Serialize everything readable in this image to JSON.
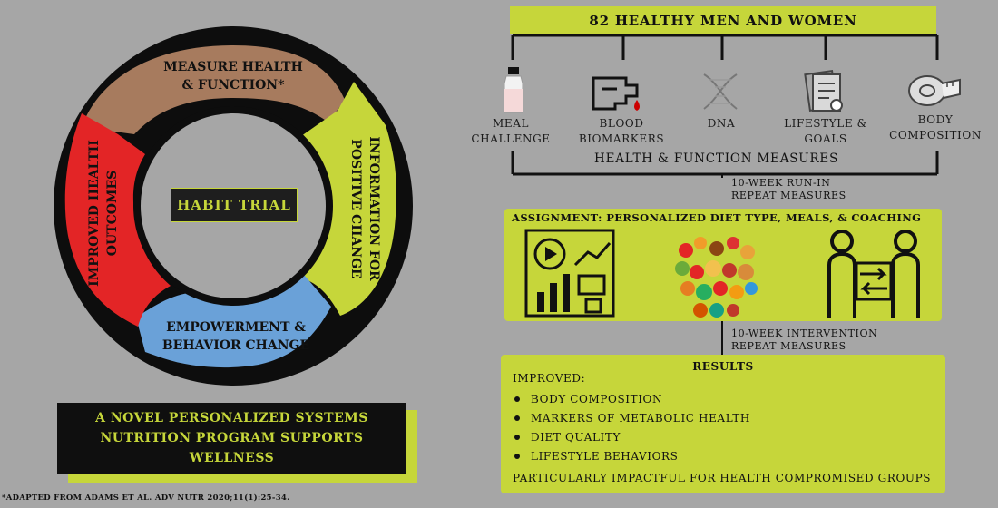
{
  "cycle": {
    "center_label": "HABIT TRIAL",
    "segments": [
      {
        "label_line1": "MEASURE HEALTH",
        "label_line2": "& FUNCTION*",
        "color": "#a77b5e"
      },
      {
        "label_line1": "INFORMATION FOR",
        "label_line2": "POSITIVE CHANGE",
        "color": "#c6d63a"
      },
      {
        "label_line1": "EMPOWERMENT &",
        "label_line2": "BEHAVIOR CHANGE",
        "color": "#6aa1d8"
      },
      {
        "label_line1": "IMPROVED HEALTH",
        "label_line2": "OUTCOMES",
        "color": "#e32526"
      }
    ]
  },
  "title": {
    "line1": "A NOVEL PERSONALIZED SYSTEMS",
    "line2": "NUTRITION PROGRAM SUPPORTS",
    "line3": "WELLNESS"
  },
  "footnote": "*ADAPTED FROM ADAMS ET AL. ADV NUTR 2020;11(1):25-34.",
  "study": {
    "banner": "82 HEALTHY MEN AND WOMEN",
    "measures": [
      {
        "line1": "MEAL",
        "line2": "CHALLENGE",
        "icon": "milk-bottle-icon"
      },
      {
        "line1": "BLOOD",
        "line2": "BIOMARKERS",
        "icon": "blood-drop-icon"
      },
      {
        "line1": "DNA",
        "line2": "",
        "icon": "dna-icon"
      },
      {
        "line1": "LIFESTYLE &",
        "line2": "GOALS",
        "icon": "checklist-icon"
      },
      {
        "line1": "BODY",
        "line2": "COMPOSITION",
        "icon": "tape-measure-icon"
      }
    ],
    "measures_label": "HEALTH & FUNCTION MEASURES",
    "run_in": {
      "line1": "10-WEEK RUN-IN",
      "line2": "REPEAT MEASURES"
    },
    "assignment": {
      "title": "ASSIGNMENT: PERSONALIZED DIET TYPE, MEALS, & COACHING",
      "icons": [
        "analytics-dashboard-icon",
        "food-collage-icon",
        "coaching-icon"
      ]
    },
    "intervention": {
      "line1": "10-WEEK INTERVENTION",
      "line2": "REPEAT MEASURES"
    },
    "results": {
      "title": "RESULTS",
      "improved_label": "IMPROVED:",
      "items": [
        "BODY COMPOSITION",
        "MARKERS OF METABOLIC HEALTH",
        "DIET QUALITY",
        "LIFESTYLE BEHAVIORS"
      ],
      "footer": "PARTICULARLY IMPACTFUL FOR HEALTH COMPROMISED GROUPS"
    }
  },
  "colors": {
    "background": "#a6a6a6",
    "accent": "#c6d63a",
    "dark": "#111111"
  }
}
